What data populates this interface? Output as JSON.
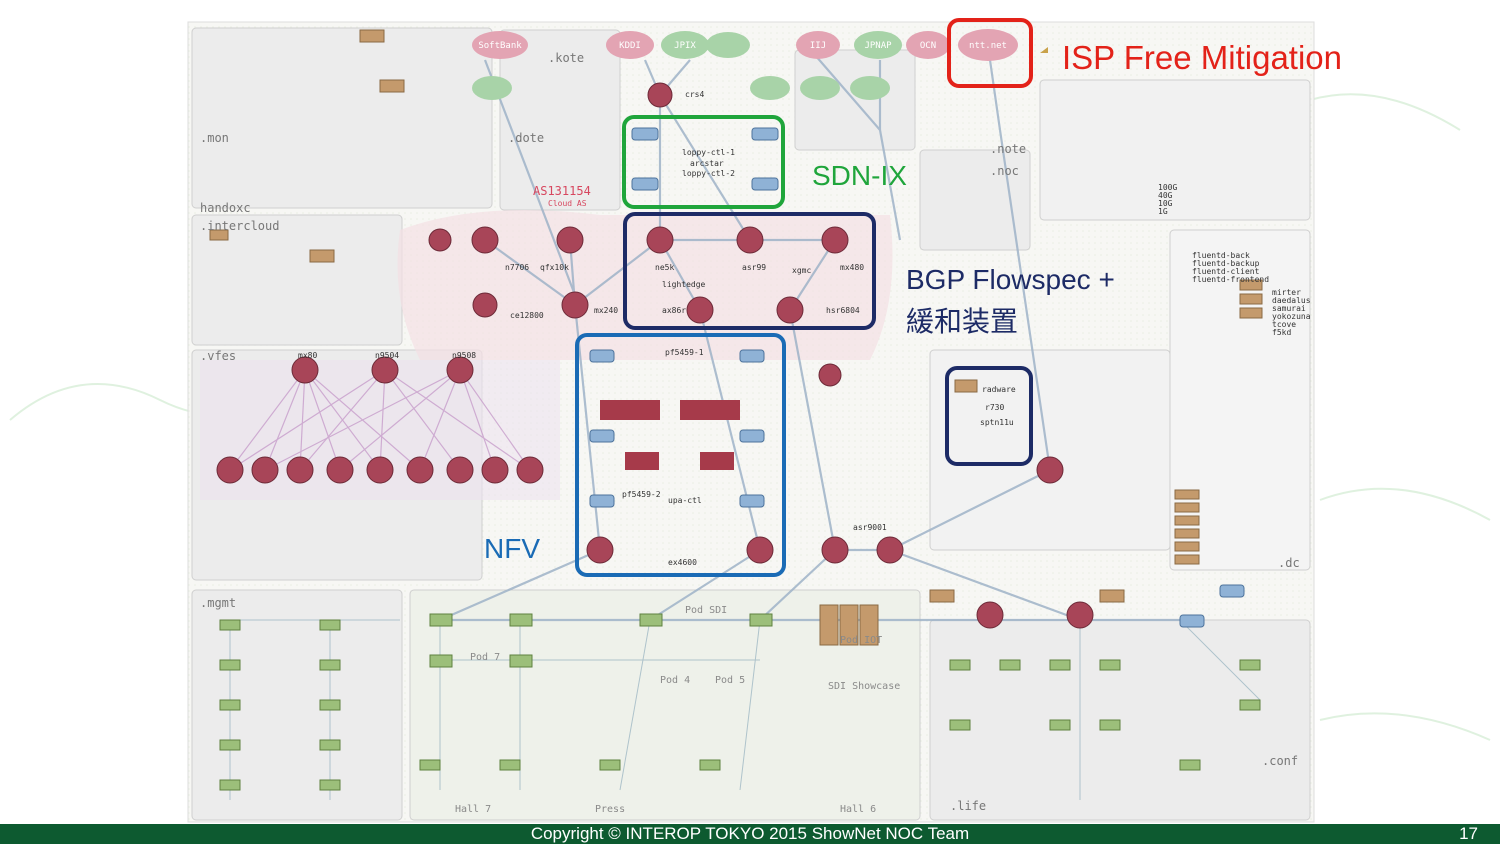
{
  "callouts": {
    "isp": "ISP Free Mitigation",
    "sdnix": "SDN-IX",
    "bgp_line1": "BGP Flowspec +",
    "bgp_line2": "緩和装置",
    "nfv": "NFV"
  },
  "diagram_labels": {
    "isps": [
      "SoftBank",
      "KDDI",
      "JPIX",
      "IIJ",
      "JPNAP",
      "OCN",
      "ntt.net"
    ],
    "segments": [
      ".kote",
      ".mon",
      "handoxc",
      ".intercloud",
      ".vfes",
      ".mgmt",
      ".dote",
      ".note",
      ".noc",
      ".dc",
      ".conf",
      ".life"
    ],
    "legend": [
      "100G",
      "40G",
      "10G",
      "1G"
    ],
    "sdn_nodes": [
      "loppy-ctl-1",
      "arcstar",
      "loppy-ctl-2"
    ],
    "bgp_nodes": [
      "ne5k",
      "asr99",
      "mx480",
      "lightedge",
      "ax86r",
      "hsr6804",
      "xgmc"
    ],
    "nfv_nodes": [
      "pf5459-1",
      "pf5459-2",
      "upa-ctl",
      "ex4600"
    ],
    "routers": [
      "mx240",
      "crs4",
      "n7706",
      "qfx10k",
      "ce12800",
      "mx80",
      "n9504",
      "n9508",
      "asr9001"
    ],
    "as_label": "AS131154",
    "as_sub": "Cloud AS",
    "halls": [
      "Hall 7",
      "Press",
      "Hall 6",
      "Pod 7",
      "Pod 4",
      "Pod 5",
      "Pod SDI",
      "Pod IOT",
      "SDI Showcase"
    ],
    "right_list": [
      "fluentd-back",
      "fluentd-backup",
      "fluentd-client",
      "fluentd-frontend",
      "mirter",
      "daedalus",
      "samurai",
      "yokozuna",
      "tcove",
      "f5kd",
      "radware",
      "r730",
      "sptn11u"
    ]
  },
  "footer": {
    "copyright": "Copyright © INTEROP TOKYO 2015 ShowNet NOC Team",
    "page": "17"
  },
  "colors": {
    "isp_box": "#e32219",
    "sdnix_box": "#1fa53b",
    "bgp_box": "#1d2b66",
    "nfv_box": "#1a6bb5",
    "footer_bg": "#0d5a30"
  }
}
